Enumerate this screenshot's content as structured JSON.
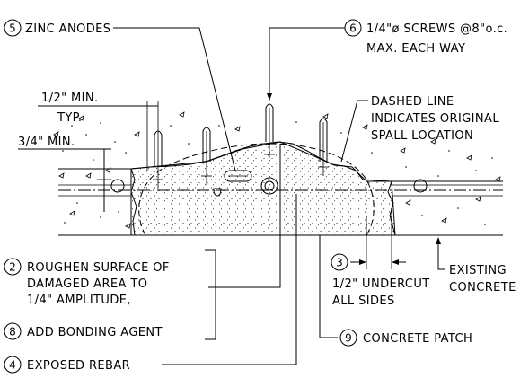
{
  "callouts": {
    "zinc_anodes": {
      "number": "5",
      "text": "ZINC ANODES"
    },
    "screws": {
      "number": "6",
      "line1": "1/4\"ø SCREWS @8\"o.c.",
      "line2": "MAX. EACH WAY"
    },
    "dashed_line": {
      "line1": "DASHED LINE",
      "line2": "INDICATES ORIGINAL",
      "line3": "SPALL LOCATION"
    },
    "roughen": {
      "number": "2",
      "line1": "ROUGHEN SURFACE OF",
      "line2": "DAMAGED AREA TO",
      "line3": "1/4\" AMPLITUDE,"
    },
    "bonding": {
      "number": "8",
      "text": "ADD BONDING AGENT"
    },
    "exposed_rebar": {
      "number": "4",
      "text": "EXPOSED REBAR"
    },
    "undercut": {
      "number": "3",
      "line1": "1/2\" UNDERCUT",
      "line2": "ALL SIDES"
    },
    "existing_concrete": {
      "line1": "EXISTING",
      "line2": "CONCRETE"
    },
    "concrete_patch": {
      "number": "9",
      "text": "CONCRETE PATCH"
    }
  },
  "dimensions": {
    "half_inch_min": "1/2\" MIN.",
    "typ": "TYP.",
    "three_quarter_min": "3/4\" MIN."
  }
}
